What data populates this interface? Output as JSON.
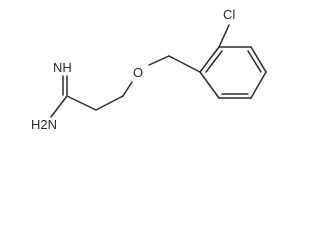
{
  "molecule": {
    "atoms": {
      "chlorine": "Cl",
      "imine_nh": "NH",
      "amine_nh2": "H2N",
      "ether_oxygen": "O"
    }
  }
}
